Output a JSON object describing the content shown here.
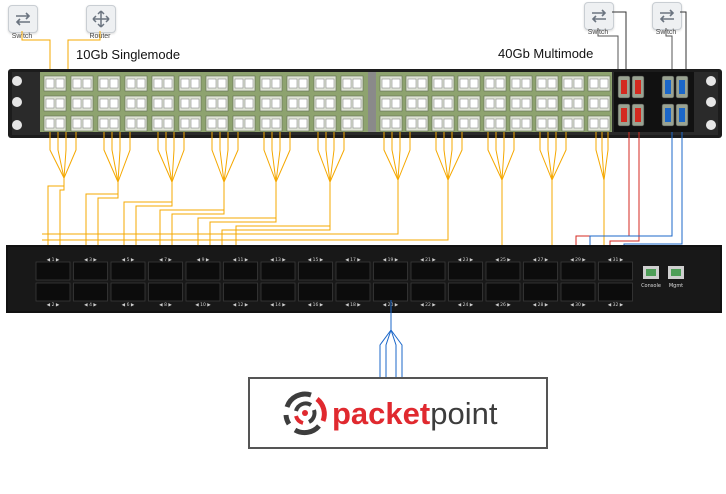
{
  "devices": {
    "switch_left": {
      "label": "Switch",
      "icon": "switch-icon"
    },
    "router": {
      "label": "Router",
      "icon": "router-icon"
    },
    "switch_right_1": {
      "label": "Switch",
      "icon": "switch-icon"
    },
    "switch_right_2": {
      "label": "Switch",
      "icon": "switch-icon"
    }
  },
  "patch_panel": {
    "singlemode_label": "10Gb Singlemode",
    "multimode_label": "40Gb Multimode"
  },
  "switch": {
    "top_ports": [
      "1",
      "3",
      "5",
      "7",
      "9",
      "11",
      "13",
      "15",
      "17",
      "19",
      "21",
      "23",
      "25",
      "27",
      "29",
      "31"
    ],
    "bottom_ports": [
      "2",
      "4",
      "6",
      "8",
      "10",
      "12",
      "14",
      "16",
      "18",
      "20",
      "22",
      "24",
      "26",
      "28",
      "30",
      "32"
    ],
    "console_label": "Console",
    "mgmt_label": "Mgmt"
  },
  "logo": {
    "text_bold": "packet",
    "text_regular": "point"
  },
  "colors": {
    "fiber_singlemode": "#f5a800",
    "fiber_multimode_red": "#d42a20",
    "fiber_multimode_blue": "#1b67c9",
    "connector_green": "#a9c58b",
    "logo_red": "#e0292f",
    "logo_dark": "#3d3d3d"
  }
}
